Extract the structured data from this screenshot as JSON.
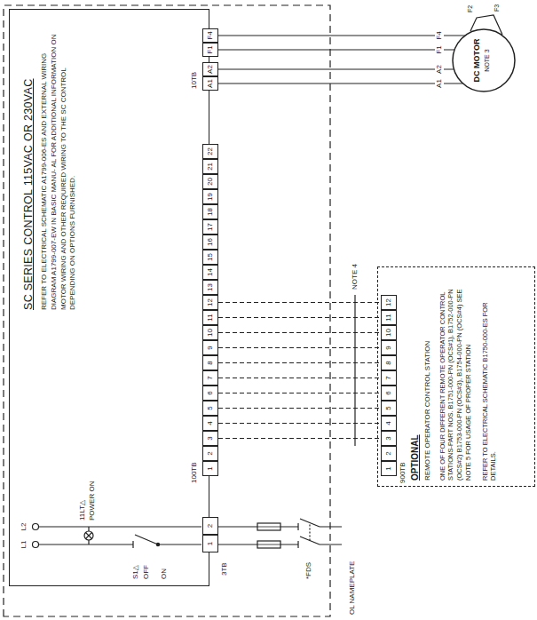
{
  "diagram": {
    "nodes": [
      {
        "text": [
          "SC SERIES CONTROL 115VAC OR 230VAC",
          "REFER TO ELECTRICAL SCHEMATIC A1799-006-ES AND EXTERNAL WIRING DIAGRAM A1799-007-EW IN BASIC MANU- AL FOR ADDITIONAL INFORMATION ON MOTOR WIRING AND OTHER REQUIRED WIRING TO THE SC CONTROL DEPENDING ON OPTIONS FURNISHED."
        ]
      },
      {
        "text": [
          "100TB"
        ],
        "in": 0
      },
      {
        "text": [
          "1"
        ],
        "in": 1
      },
      {
        "text": [
          "2"
        ],
        "in": 1
      },
      {
        "text": [
          "3"
        ],
        "in": 1
      },
      {
        "text": [
          "4"
        ],
        "in": 1
      },
      {
        "text": [
          "5"
        ],
        "in": 1
      },
      {
        "text": [
          "6"
        ],
        "in": 1
      },
      {
        "text": [
          "7"
        ],
        "in": 1
      },
      {
        "text": [
          "8"
        ],
        "in": 1
      },
      {
        "text": [
          "9"
        ],
        "in": 1
      },
      {
        "text": [
          "10"
        ],
        "in": 1
      },
      {
        "text": [
          "11"
        ],
        "in": 1
      },
      {
        "text": [
          "12"
        ],
        "in": 1
      },
      {
        "text": [
          "13"
        ],
        "in": 1
      },
      {
        "text": [
          "14"
        ],
        "in": 1
      },
      {
        "text": [
          "15"
        ],
        "in": 1
      },
      {
        "text": [
          "16"
        ],
        "in": 1
      },
      {
        "text": [
          "17"
        ],
        "in": 1
      },
      {
        "text": [
          "18"
        ],
        "in": 1
      },
      {
        "text": [
          "19"
        ],
        "in": 1
      },
      {
        "text": [
          "20"
        ],
        "in": 1
      },
      {
        "text": [
          "21"
        ],
        "in": 1
      },
      {
        "text": [
          "22"
        ],
        "in": 1
      },
      {
        "text": [
          "10TB"
        ],
        "in": 0
      },
      {
        "text": [
          "A1"
        ],
        "in": 24
      },
      {
        "text": [
          "A2"
        ],
        "in": 24
      },
      {
        "text": [
          "F1"
        ],
        "in": 24
      },
      {
        "text": [
          "F4"
        ],
        "in": 24
      },
      {
        "text": [
          "3TB"
        ],
        "in": 0
      },
      {
        "text": [
          "1"
        ],
        "in": 29
      },
      {
        "text": [
          "2"
        ],
        "in": 29
      },
      {
        "text": [
          "DC MOTOR",
          "NOTE 3"
        ]
      },
      {
        "text": [
          "OPTIONAL",
          "REMOTE OPERATOR CONTROL STATION",
          "ONE OF FOUR DIFFERENT REMOTE OPERATOR CONTROL STATIONS-PART NOS. B1751-000-PN (OCS#1), B1752-000-PN (OCS#2) B1753-000-PN (OCS#3), B1754-000-PN (OCS#4) SEE NOTE 5 FOR USAGE OF PROPER STATION",
          "REFER TO ELECTRICAL SCHEMATIC B1750-000-ES FOR DETAILS."
        ]
      },
      {
        "text": [
          "900TB"
        ],
        "in": 33
      },
      {
        "text": [
          "1"
        ],
        "in": 34
      },
      {
        "text": [
          "2"
        ],
        "in": 34
      },
      {
        "text": [
          "3"
        ],
        "in": 34
      },
      {
        "text": [
          "4"
        ],
        "in": 34
      },
      {
        "text": [
          "5"
        ],
        "in": 34
      },
      {
        "text": [
          "6"
        ],
        "in": 34
      },
      {
        "text": [
          "7"
        ],
        "in": 34
      },
      {
        "text": [
          "8"
        ],
        "in": 34
      },
      {
        "text": [
          "9"
        ],
        "in": 34
      },
      {
        "text": [
          "10"
        ],
        "in": 34
      },
      {
        "text": [
          "11"
        ],
        "in": 34
      },
      {
        "text": [
          "12"
        ],
        "in": 34
      }
    ],
    "edges": [
      {
        "from": 4,
        "to": 37,
        "arrow": "none"
      },
      {
        "from": 5,
        "to": 38,
        "arrow": "none"
      },
      {
        "from": 6,
        "to": 39,
        "arrow": "none"
      },
      {
        "from": 7,
        "to": 40,
        "arrow": "none"
      },
      {
        "from": 8,
        "to": 41,
        "arrow": "none"
      },
      {
        "from": 9,
        "to": 42,
        "arrow": "none"
      },
      {
        "from": 10,
        "to": 43,
        "arrow": "none"
      },
      {
        "from": 11,
        "to": 44,
        "arrow": "none"
      },
      {
        "from": 12,
        "to": 45,
        "arrow": "none"
      },
      {
        "from": 13,
        "to": 46,
        "arrow": "none"
      },
      {
        "from": 25,
        "to": 32,
        "label": "A1",
        "arrow": "none"
      },
      {
        "from": 26,
        "to": 32,
        "label": "A2",
        "arrow": "none"
      },
      {
        "from": 27,
        "to": 32,
        "label": "F1",
        "arrow": "none"
      },
      {
        "from": 28,
        "to": 32,
        "label": "F4",
        "arrow": "none"
      }
    ],
    "labels": [
      "L1",
      "L2",
      "11LT△",
      "POWER ON",
      "S1△",
      "OFF",
      "ON",
      "*FDS",
      "OL NAMEPLATE",
      "NOTE 4",
      "F2",
      "F3"
    ]
  }
}
